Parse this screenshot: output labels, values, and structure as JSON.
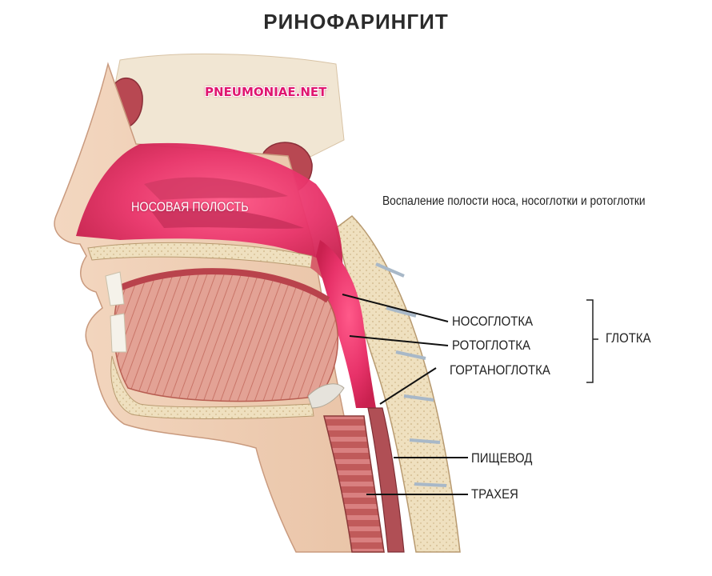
{
  "title": "РИНОФАРИНГИТ",
  "watermark": "PNEUMONIAE.NET",
  "caption": "Воспаление полости носа, носоглотки и ротоглотки",
  "labels": {
    "nasal_cavity": "НОСОВАЯ ПОЛОСТЬ",
    "nasopharynx": "НОСОГЛОТКА",
    "oropharynx": "РОТОГЛОТКА",
    "laryngopharynx": "ГОРТАНОГЛОТКА",
    "pharynx_group": "ГЛОТКА",
    "esophagus": "ПИЩЕВОД",
    "trachea": "ТРАХЕЯ"
  },
  "colors": {
    "inflammation": "#e8336a",
    "skin": "#f2d2b8",
    "bone": "#efe2c2",
    "muscle": "#d98a80"
  }
}
